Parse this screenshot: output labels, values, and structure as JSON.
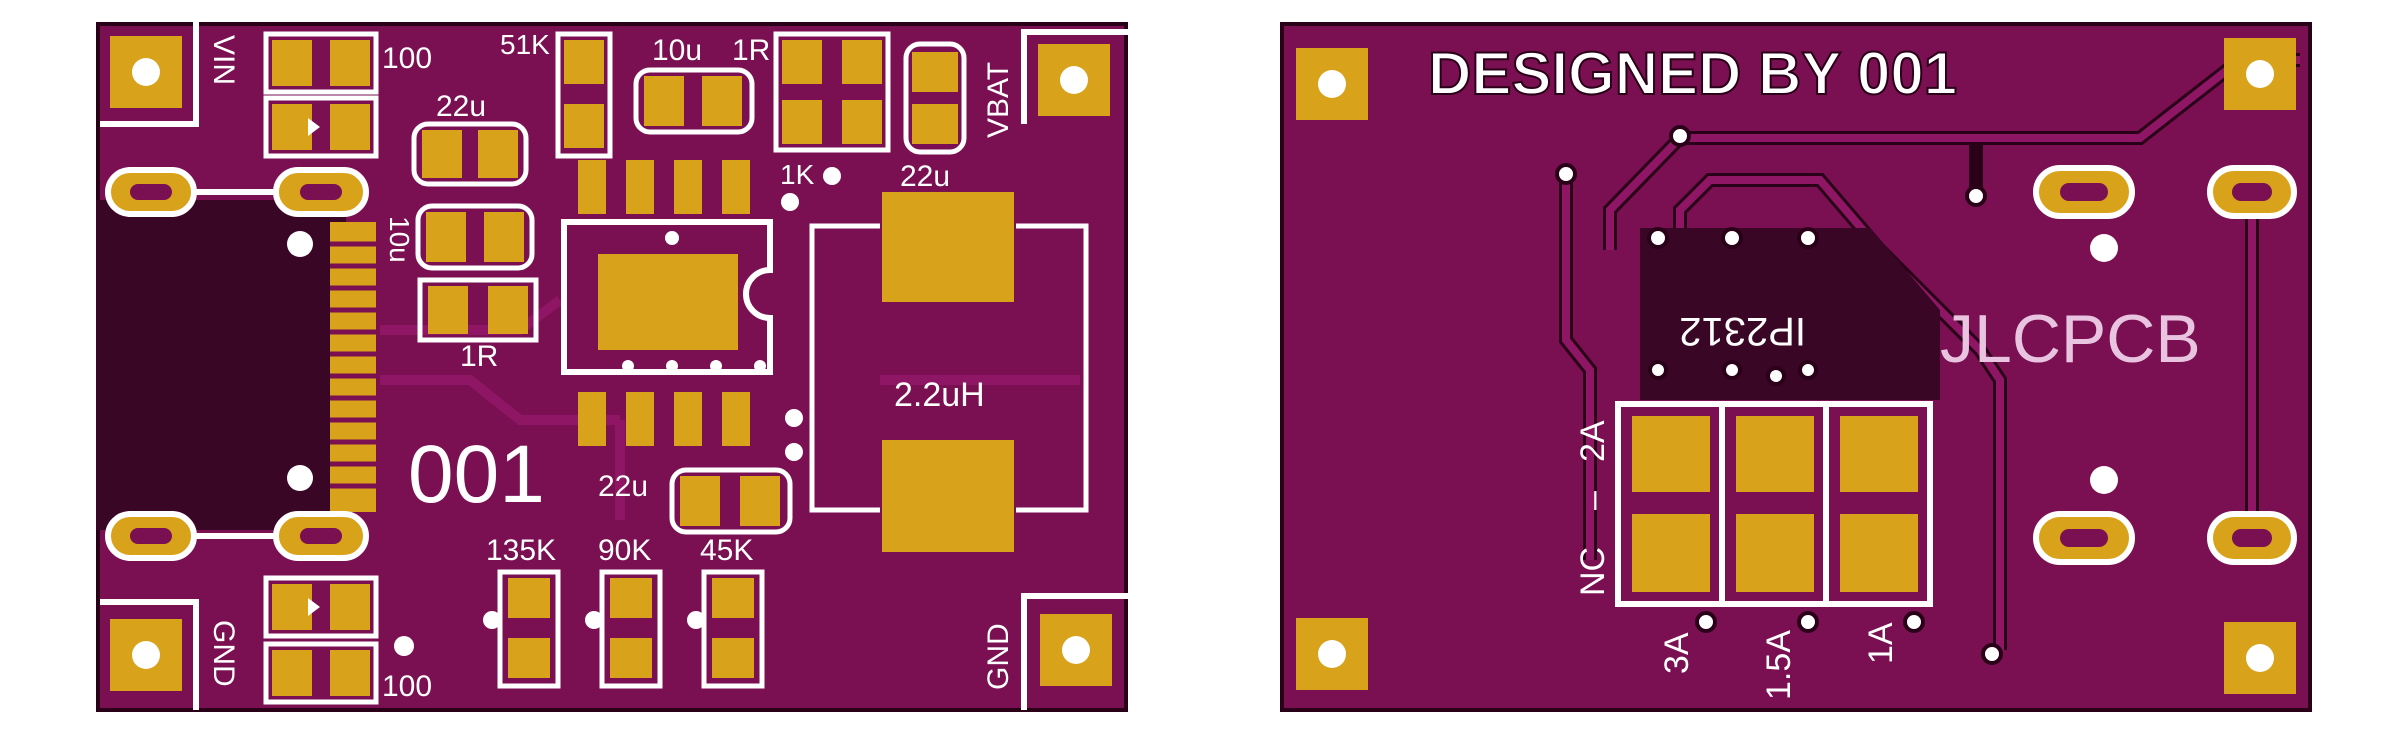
{
  "colors": {
    "background": "#ffffff",
    "board": "#7a0f52",
    "board_dark": "#3a0626",
    "copper_trace": "#8e1664",
    "pad_gold": "#d9a21b",
    "silkscreen": "#ffffff",
    "outline": "#2a0018"
  },
  "front": {
    "labels": {
      "vin": "VIN",
      "vbat": "VBAT",
      "gnd_left": "GND",
      "gnd_right": "GND",
      "r100_top": "100",
      "r100_bottom": "100",
      "c22u_top": "22u",
      "c10u_rot": "10u",
      "r1r_left": "1R",
      "r51k": "51K",
      "c10u_top": "10u",
      "r1r_top": "1R",
      "r1k": "1K",
      "c22u_right": "22u",
      "l22uh": "2.2uH",
      "board_id": "001",
      "c22u_bottom": "22u",
      "r135k": "135K",
      "r90k": "90K",
      "r45k": "45K"
    }
  },
  "back": {
    "labels": {
      "designed_by": "DESIGNED BY 001",
      "chip": "IP2312",
      "jlcpcb": "JLCPCB",
      "nc": "NC",
      "dash": "–",
      "a2": "2A",
      "a3": "3A",
      "a15": "1.5A",
      "a1": "1A"
    }
  }
}
